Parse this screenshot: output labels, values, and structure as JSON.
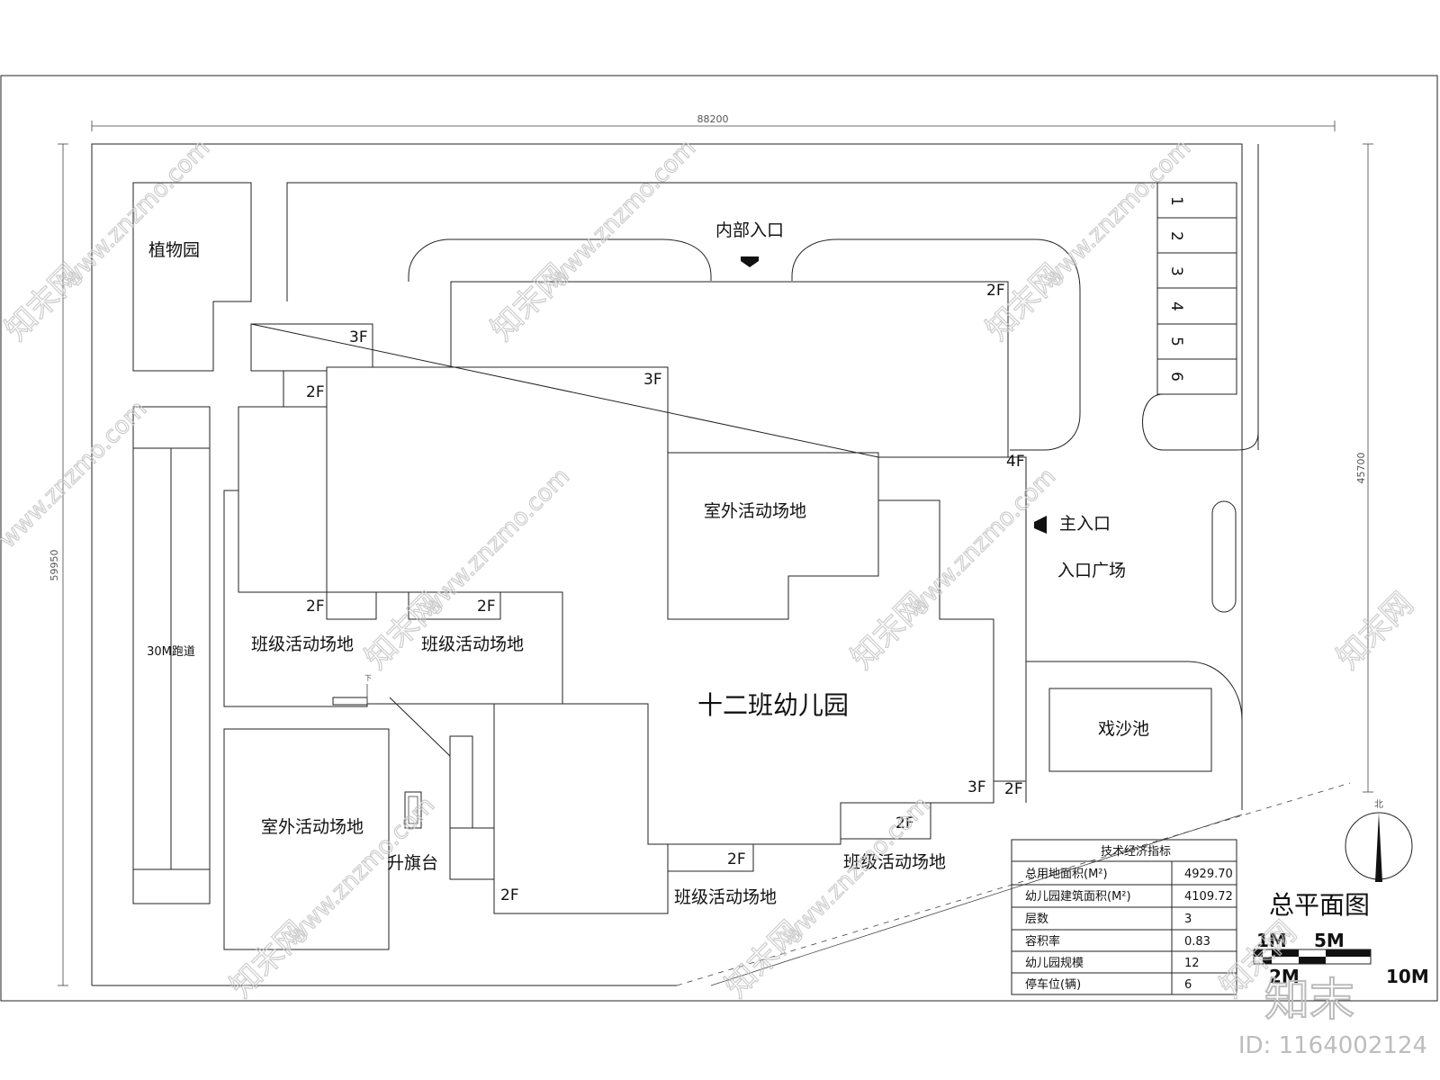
{
  "dimensions": {
    "top": "88200",
    "left": "59950",
    "right": "45700"
  },
  "zones": {
    "botanical_garden": "植物园",
    "internal_entrance": "内部入口",
    "main_entrance": "主入口",
    "entrance_plaza": "入口广场",
    "track": "30M跑道",
    "outdoor_area_north": "室外活动场地",
    "outdoor_area_south": "室外活动场地",
    "class_area_1": "班级活动场地",
    "class_area_2": "班级活动场地",
    "class_area_3": "班级活动场地",
    "class_area_4": "班级活动场地",
    "building_name": "十二班幼儿园",
    "sandpit": "戏沙池",
    "flag_platform": "升旗台",
    "stair_down": "下"
  },
  "floors": [
    "3F",
    "2F",
    "2F",
    "3F",
    "4F",
    "2F",
    "2F",
    "3F",
    "2F",
    "2F",
    "2F",
    "2F"
  ],
  "parking": [
    "1",
    "2",
    "3",
    "4",
    "5",
    "6"
  ],
  "table": {
    "title": "技术经济指标",
    "rows": [
      {
        "label": "总用地面积(M²)",
        "value": "4929.70"
      },
      {
        "label": "幼儿园建筑面积(M²)",
        "value": "4109.72"
      },
      {
        "label": "层数",
        "value": "3"
      },
      {
        "label": "容积率",
        "value": "0.83"
      },
      {
        "label": "幼儿园规模",
        "value": "12"
      },
      {
        "label": "停车位(辆)",
        "value": "6"
      }
    ]
  },
  "plan_title": "总平面图",
  "north": "北",
  "scale": {
    "s1": "1M",
    "s5": "5M",
    "s2": "2M",
    "s10": "10M"
  },
  "watermark": {
    "brand": "知末网",
    "url": "www.znzmo.com",
    "logo": "知末",
    "id": "ID: 1164002124"
  }
}
